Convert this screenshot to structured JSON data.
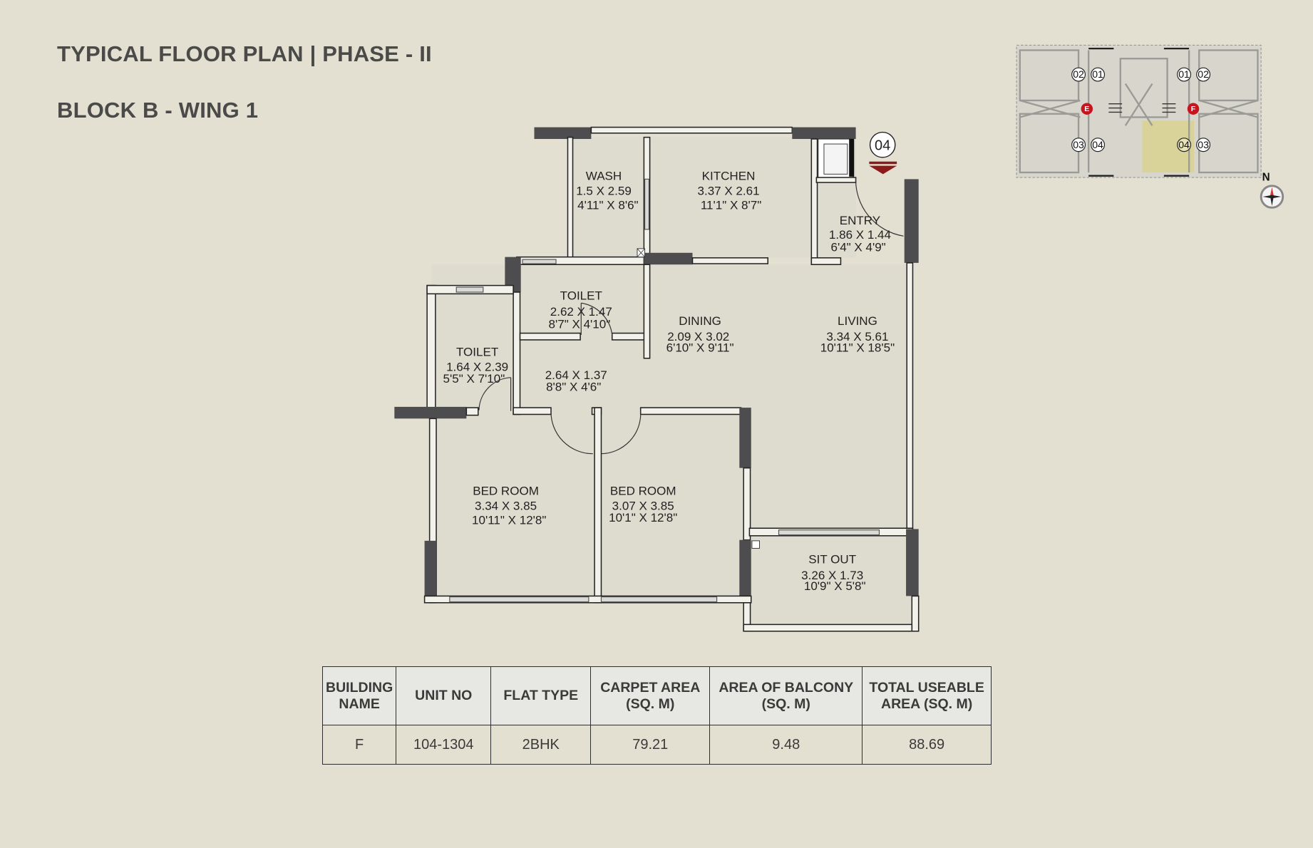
{
  "header": {
    "title": "TYPICAL FLOOR PLAN | PHASE - II",
    "subtitle": "BLOCK B - WING 1"
  },
  "unit_marker": {
    "number": "04",
    "entry_arrow_color": "#8b1a1a"
  },
  "rooms": [
    {
      "id": "wash",
      "name": "WASH",
      "metric": "1.5 X 2.59",
      "imperial": "4'11\" X 8'6\""
    },
    {
      "id": "kitchen",
      "name": "KITCHEN",
      "metric": "3.37 X 2.61",
      "imperial": "11'1\" X 8'7\""
    },
    {
      "id": "entry",
      "name": "ENTRY",
      "metric": "1.86 X 1.44",
      "imperial": "6'4\" X 4'9\""
    },
    {
      "id": "toilet-1",
      "name": "TOILET",
      "metric": "2.62 X 1.47",
      "imperial": "8'7\" X 4'10\""
    },
    {
      "id": "dining",
      "name": "DINING",
      "metric": "2.09 X 3.02",
      "imperial": "6'10\" X 9'11\""
    },
    {
      "id": "living",
      "name": "LIVING",
      "metric": "3.34 X 5.61",
      "imperial": "10'11\" X 18'5\""
    },
    {
      "id": "toilet-2",
      "name": "TOILET",
      "metric": "1.64 X 2.39",
      "imperial": "5'5\" X 7'10\""
    },
    {
      "id": "passage",
      "name": "",
      "metric": "2.64 X 1.37",
      "imperial": "8'8\" X 4'6\""
    },
    {
      "id": "bedroom-1",
      "name": "BED ROOM",
      "metric": "3.34 X 3.85",
      "imperial": "10'11\" X 12'8\""
    },
    {
      "id": "bedroom-2",
      "name": "BED ROOM",
      "metric": "3.07 X 3.85",
      "imperial": "10'1\" X 12'8\""
    },
    {
      "id": "sit-out",
      "name": "SIT OUT",
      "metric": "3.26 X 1.73",
      "imperial": "10'9\" X 5'8\""
    }
  ],
  "key_plan": {
    "unit_labels_top": [
      "02",
      "01",
      "01",
      "02"
    ],
    "unit_labels_bottom": [
      "03",
      "04",
      "04",
      "03"
    ],
    "core_labels": [
      "E",
      "F"
    ],
    "highlighted_unit": "04",
    "highlight_color": "#d9d39a",
    "core_color": "#c8141e",
    "north_label": "N"
  },
  "table": {
    "headers": [
      [
        "BUILDING",
        "NAME"
      ],
      [
        "UNIT NO",
        ""
      ],
      [
        "FLAT TYPE",
        ""
      ],
      [
        "CARPET AREA",
        "(SQ. M)"
      ],
      [
        "AREA OF BALCONY",
        "(SQ. M)"
      ],
      [
        "TOTAL USEABLE",
        "AREA (SQ. M)"
      ]
    ],
    "row": [
      "F",
      "104-1304",
      "2BHK",
      "79.21",
      "9.48",
      "88.69"
    ]
  }
}
